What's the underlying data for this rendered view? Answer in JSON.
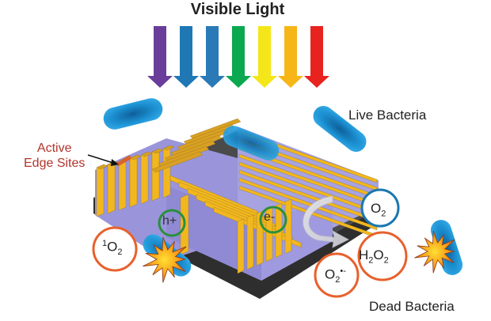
{
  "title": "Visible Light",
  "light_arrows": {
    "colors": [
      "#6a3d9a",
      "#1f78b4",
      "#2a7ab8",
      "#0aa84f",
      "#f5e61a",
      "#f7b617",
      "#e8231f"
    ]
  },
  "labels": {
    "live_bacteria": "Live Bacteria",
    "dead_bacteria": "Dead Bacteria",
    "active_edge_sites_line1": "Active",
    "active_edge_sites_line2": "Edge Sites"
  },
  "charge_carriers": {
    "hole": "h+",
    "electron": "e-"
  },
  "species": {
    "singlet_oxygen": {
      "pre_sup": "1",
      "base": "O",
      "sub": "2"
    },
    "oxygen": {
      "base": "O",
      "sub": "2"
    },
    "hydrogen_peroxide": {
      "h": "H",
      "h_sub": "2",
      "o": "O",
      "o_sub": "2"
    },
    "superoxide": {
      "base": "O",
      "sub": "2",
      "sup": "•-"
    }
  },
  "colors": {
    "ros_circle": "#e8602c",
    "oxygen_circle": "#1a78b0",
    "carrier_circle": "#2a8f3c",
    "nanosheet_edge": "#f2b71e",
    "nanosheet_face": "#9d98dc",
    "substrate": "#3c3c3c",
    "bacteria": "#2196d3",
    "active_label": "#b3342c"
  }
}
